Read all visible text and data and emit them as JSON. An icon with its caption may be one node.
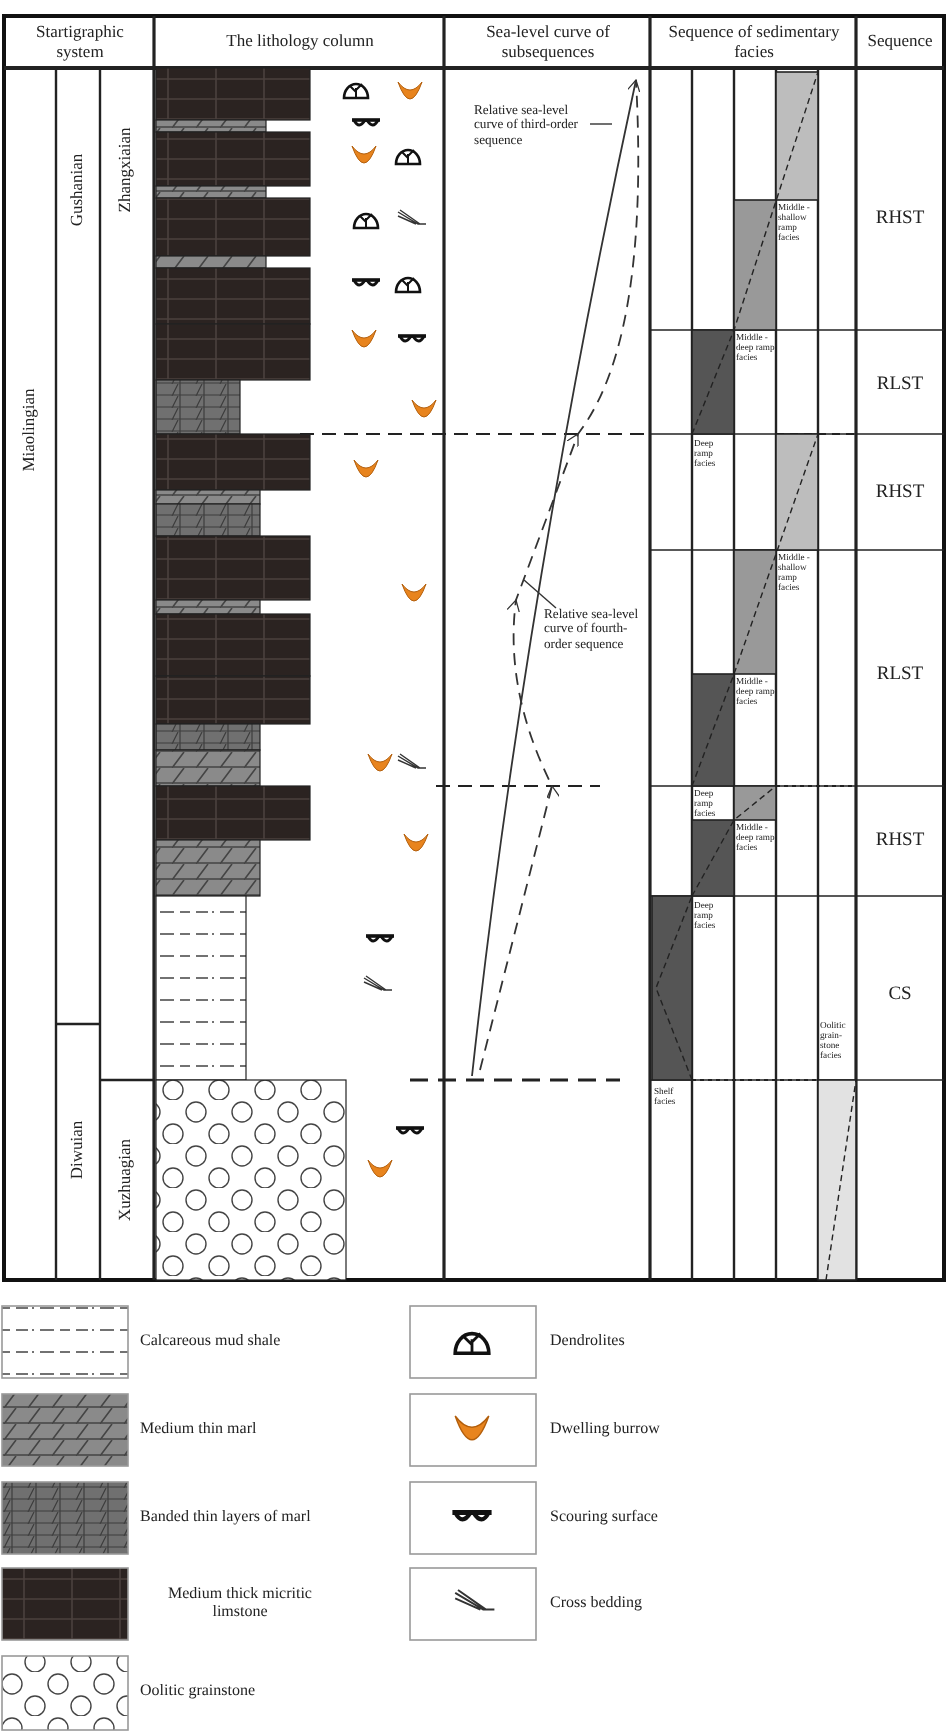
{
  "diagram": {
    "nodes": [
      {
        "text": [
          "Relative sea-level curve of third-order sequence"
        ]
      },
      {
        "text": [
          "Relative sea-level curve of fourth-order sequence"
        ]
      }
    ],
    "edges": [
      {
        "from": 0,
        "to": null,
        "arrow": "none"
      },
      {
        "from": 1,
        "to": null,
        "arrow": "none"
      }
    ],
    "labels": [
      "Startigraphic system",
      "The lithology column",
      "Sea-level curve of subsequences",
      "Sequence of sedimentary facies",
      "Sequence",
      "Miaolingian",
      "Gushanian",
      "Zhangxiaian",
      "Diwuian",
      "Xuzhuagian",
      "Middle -shallow ramp facies",
      "Middle -deep ramp facies",
      "Deep ramp facies",
      "Middle -shallow ramp facies",
      "Middle -deep ramp facies",
      "Deep ramp facies",
      "Middle -deep ramp facies",
      "Deep ramp facies",
      "Oolitic grain-stone facies",
      "Shelf facies",
      "RHST",
      "RLST",
      "RHST",
      "RLST",
      "RHST",
      "CS"
    ],
    "legend": [
      {
        "text": "Calcareous mud shale"
      },
      {
        "text": "Medium thin marl"
      },
      {
        "text": "Banded thin layers of marl"
      },
      {
        "text": "Medium thick micritic limstone"
      },
      {
        "text": "Oolitic grainstone"
      },
      {
        "text": "Dendrolites"
      },
      {
        "text": "Dwelling burrow"
      },
      {
        "text": "Scouring surface"
      },
      {
        "text": "Cross bedding"
      }
    ]
  }
}
